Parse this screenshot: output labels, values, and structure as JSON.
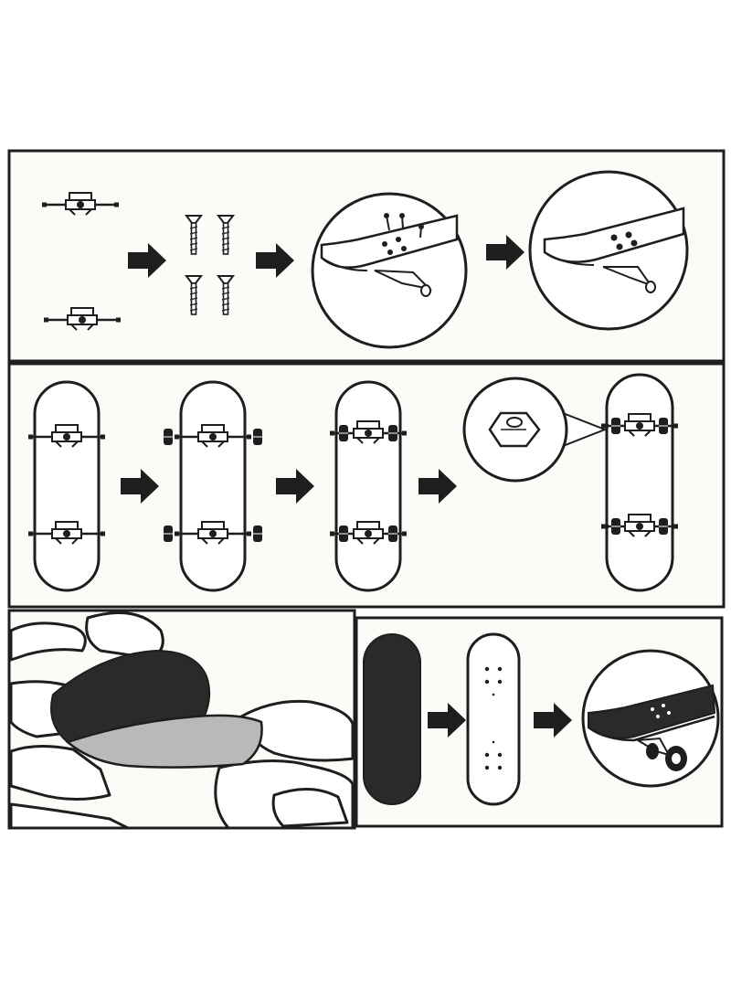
{
  "diagram": {
    "colors": {
      "paper": "#fbfbf8",
      "ink": "#1e1e1e",
      "grip_tape": "#2a2a2a",
      "peel_backing": "#b9b9b9"
    },
    "panels": [
      {
        "name": "mount-trucks",
        "steps": [
          "trucks",
          "screws",
          "insert-screws",
          "tightened-deck"
        ]
      },
      {
        "name": "attach-wheels",
        "steps": [
          "deck-with-trucks",
          "wheels-added",
          "wheels-mounted",
          "nut-detail",
          "finished-board"
        ]
      },
      {
        "name": "peel-grip-tape",
        "steps": [
          "hands-peeling"
        ]
      },
      {
        "name": "apply-grip-tape",
        "steps": [
          "grip-tape",
          "deck-top",
          "finished-skateboard"
        ]
      }
    ],
    "icons": [
      "truck-icon",
      "screw-icon",
      "arrow-icon",
      "magnifier-icon",
      "wheel-icon",
      "nut-icon",
      "hand-icon"
    ]
  }
}
